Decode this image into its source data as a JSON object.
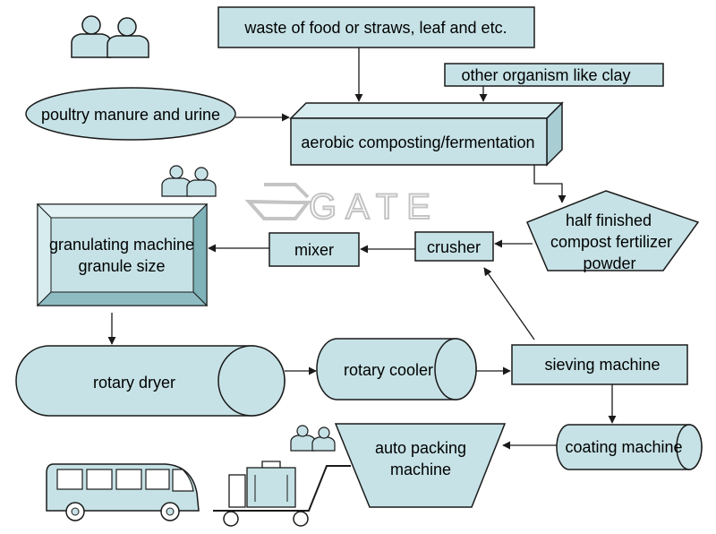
{
  "colors": {
    "fill": "#c6e2e6",
    "stroke": "#1a1a1a",
    "watermark": "#c4c4c4"
  },
  "watermark": {
    "text": "GATE"
  },
  "nodes": {
    "waste": "waste of food or straws, leaf and etc.",
    "other_organism": "other organism like clay",
    "poultry": "poultry manure and urine",
    "composting": "aerobic composting/fermentation",
    "half_finished": [
      "half finished",
      "compost fertilizer",
      "powder"
    ],
    "crusher": "crusher",
    "mixer": "mixer",
    "granulating": [
      "granulating machine",
      "granule size"
    ],
    "rotary_dryer": "rotary dryer",
    "rotary_cooler": "rotary cooler",
    "sieving": "sieving machine",
    "coating": "coating machine",
    "packing": [
      "auto packing",
      "machine"
    ]
  },
  "icons": [
    "people-icon",
    "people-icon",
    "people-icon",
    "bus-icon",
    "luggage-cart-icon"
  ]
}
